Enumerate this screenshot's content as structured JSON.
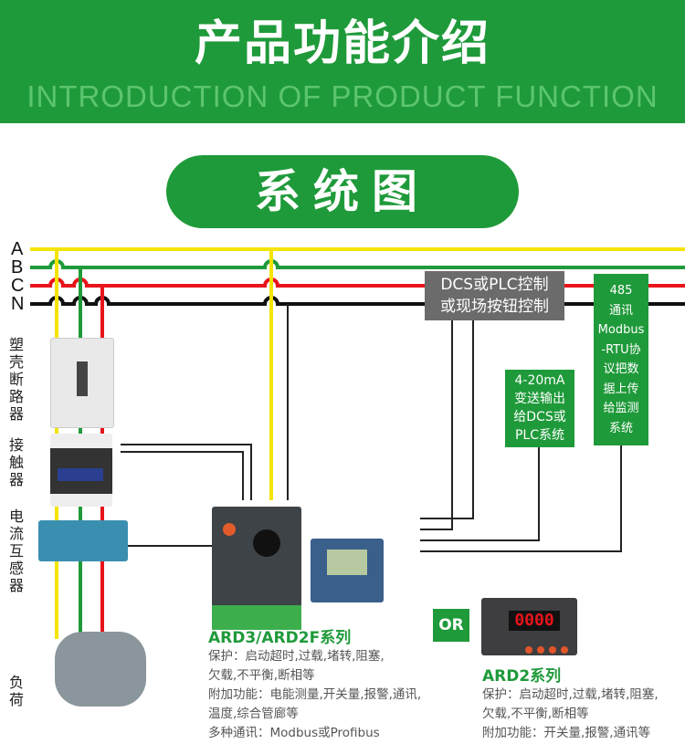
{
  "header": {
    "title": "产品功能介绍",
    "subtitle": "INTRODUCTION OF PRODUCT FUNCTION"
  },
  "section_title": "系统图",
  "bus_labels": [
    "A",
    "B",
    "C",
    "N"
  ],
  "component_labels": {
    "breaker": "塑壳断路器",
    "contactor": "接触器",
    "ct": "电流互感器",
    "load": "负荷"
  },
  "boxes": {
    "dcs": [
      "DCS或PLC控制",
      "或现场按钮控制"
    ],
    "analog": [
      "4-20mA",
      "变送输出",
      "给DCS或",
      "PLC系统"
    ],
    "rs485": [
      "485",
      "通讯",
      "Modbus",
      "-RTU协",
      "议把数",
      "据上传",
      "给监测",
      "系统"
    ]
  },
  "or_label": "OR",
  "ard3": {
    "title": "ARD3/ARD2F系列",
    "lines": [
      "保护：启动超时,过载,堵转,阻塞,",
      "欠载,不平衡,断相等",
      "附加功能：电能测量,开关量,报警,通讯,",
      "温度,综合管廊等",
      "多种通讯：Modbus或Profibus"
    ]
  },
  "ard2": {
    "title": "ARD2系列",
    "display": "0000",
    "lines": [
      "保护：启动超时,过载,堵转,阻塞,",
      "欠载,不平衡,断相等",
      "附加功能：开关量,报警,通讯等"
    ]
  },
  "colors": {
    "green": "#1f9a3a",
    "yellow": "#f5e400",
    "red": "#e8141b",
    "black": "#111111",
    "gray": "#6b6b6b"
  }
}
